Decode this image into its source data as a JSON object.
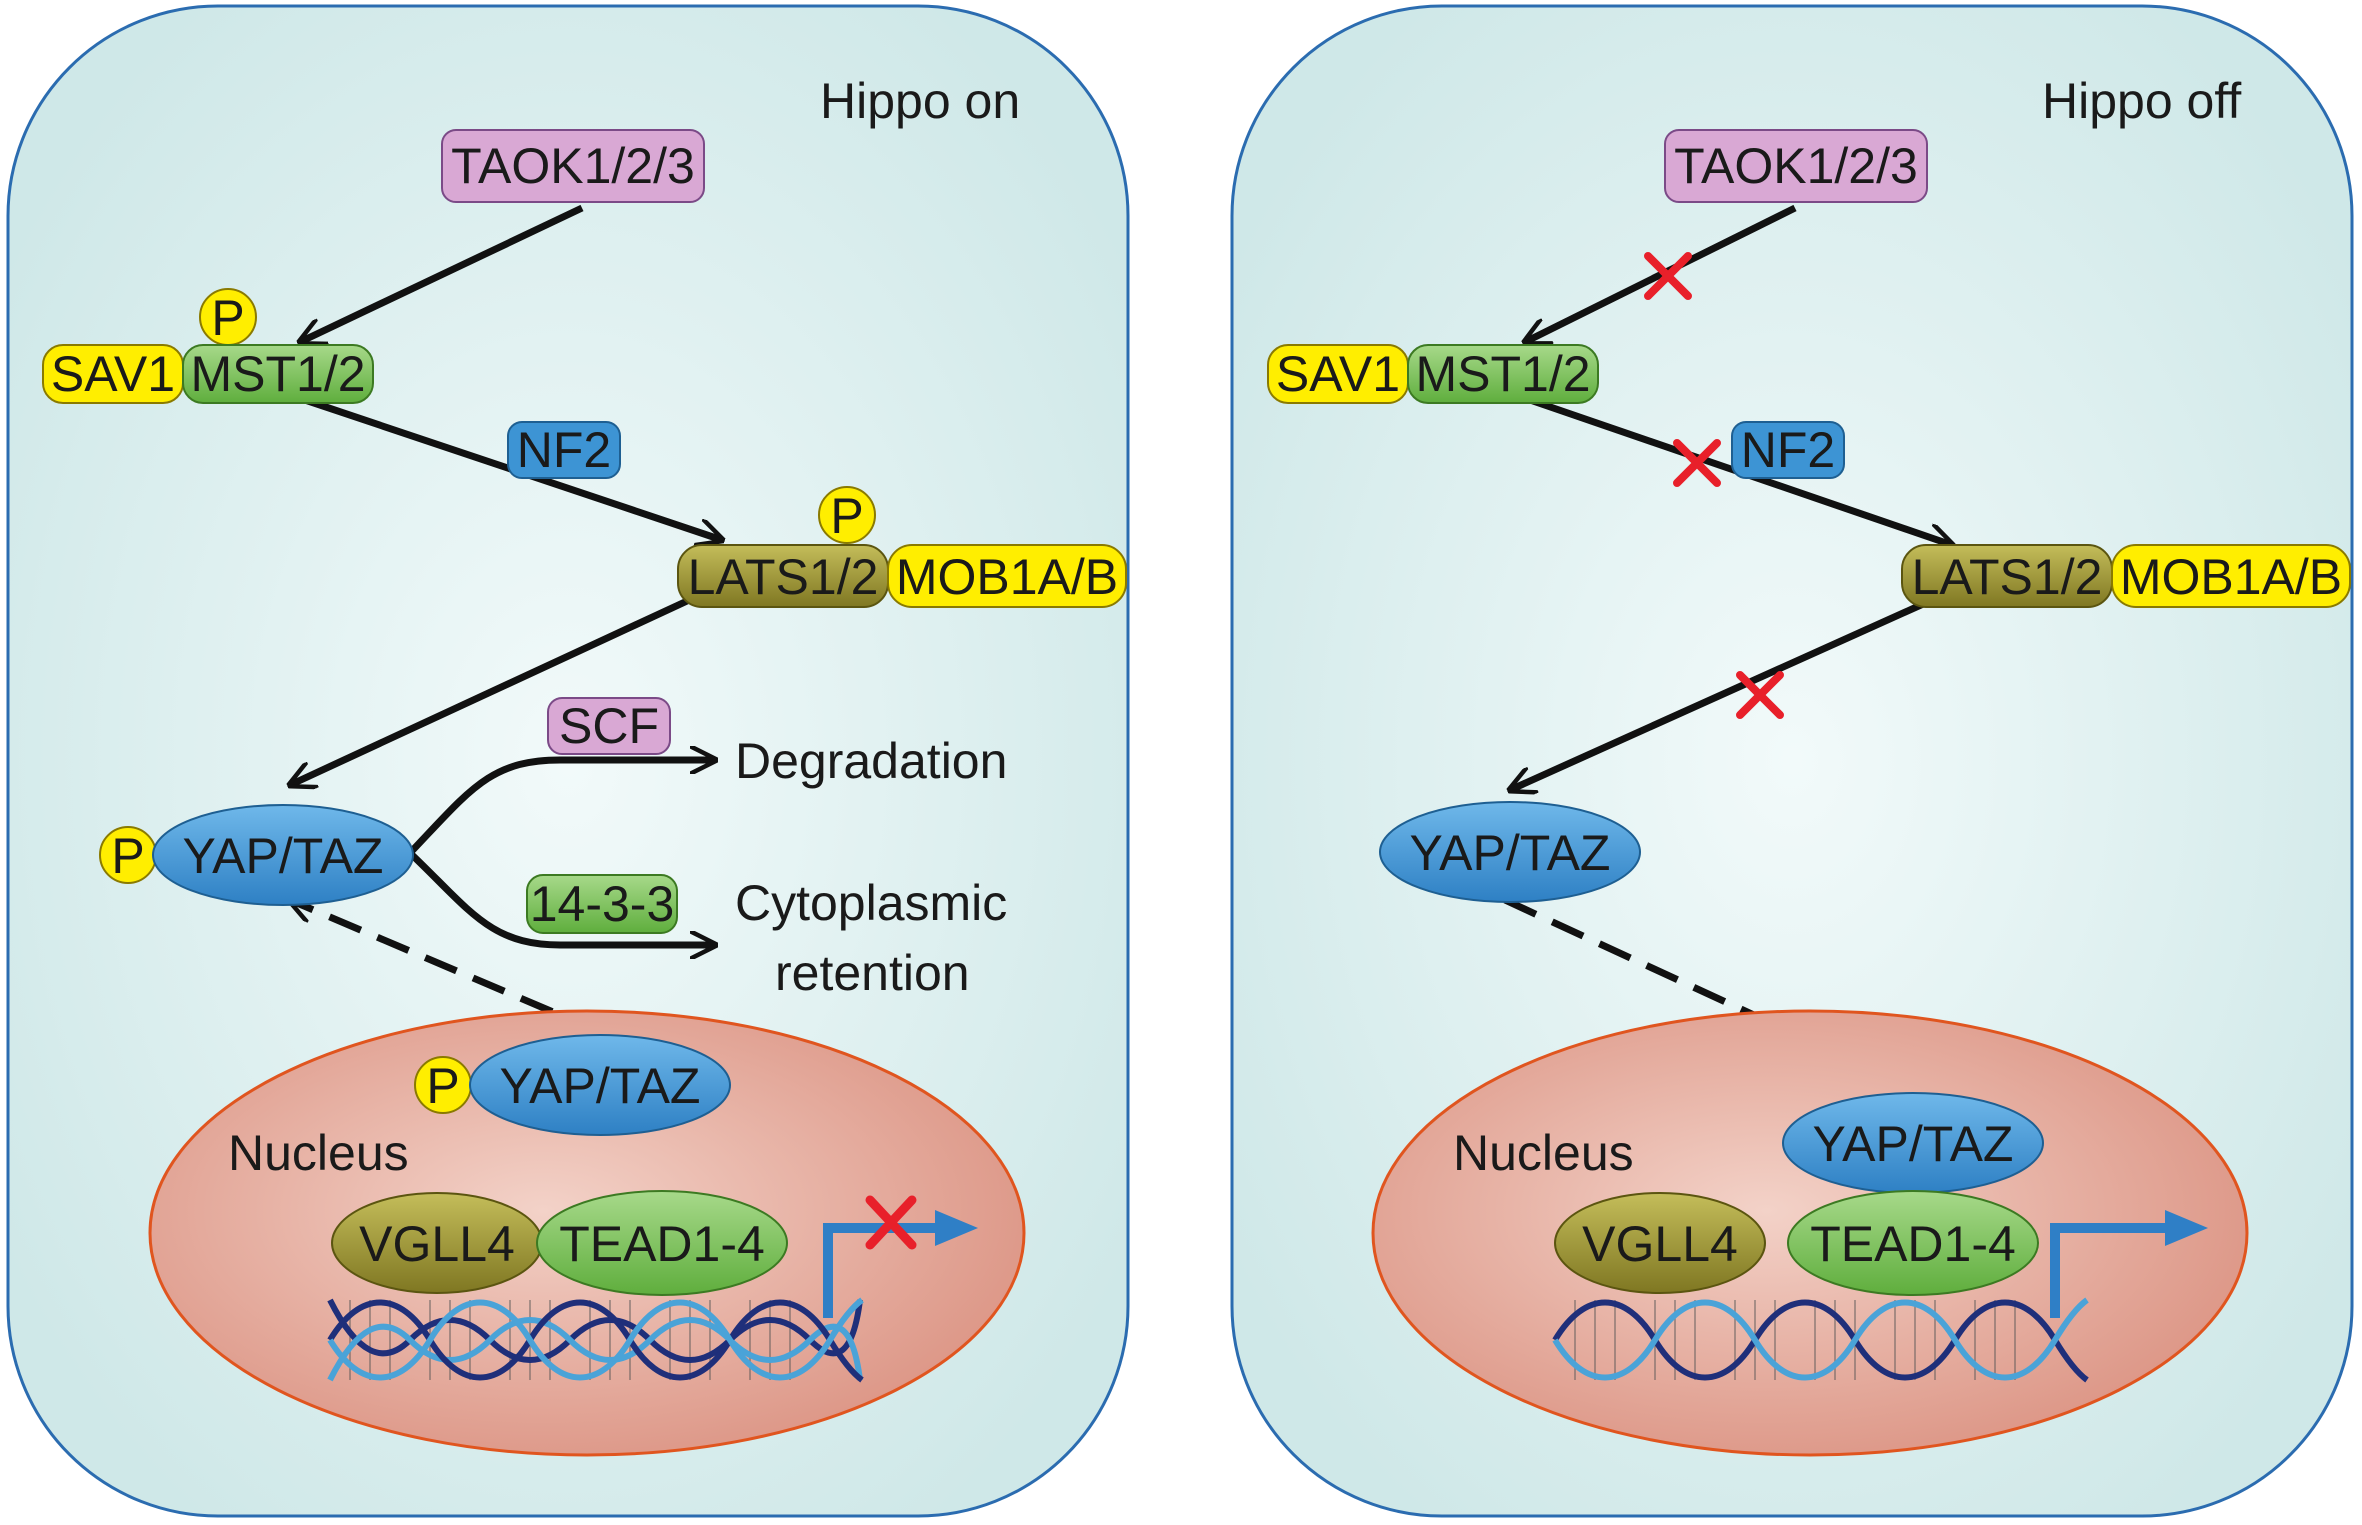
{
  "left_panel": {
    "title": "Hippo on",
    "taok": "TAOK1/2/3",
    "sav1": "SAV1",
    "mst": "MST1/2",
    "nf2": "NF2",
    "lats": "LATS1/2",
    "mob": "MOB1A/B",
    "yap_cyto": "YAP/TAZ",
    "scf": "SCF",
    "fourteen": "14-3-3",
    "degradation": "Degradation",
    "retention_1": "Cytoplasmic",
    "retention_2": "retention",
    "nucleus": "Nucleus",
    "yap_nuc": "YAP/TAZ",
    "vgll4": "VGLL4",
    "tead": "TEAD1-4",
    "phospho": "P"
  },
  "right_panel": {
    "title": "Hippo off",
    "taok": "TAOK1/2/3",
    "sav1": "SAV1",
    "mst": "MST1/2",
    "nf2": "NF2",
    "lats": "LATS1/2",
    "mob": "MOB1A/B",
    "yap_cyto": "YAP/TAZ",
    "nucleus": "Nucleus",
    "yap_nuc": "YAP/TAZ",
    "vgll4": "VGLL4",
    "tead": "TEAD1-4"
  },
  "colors": {
    "cell_fill": "#d5ecec",
    "cell_stroke": "#2b6cb0",
    "taok": "#d9a8d4",
    "sav1_mob": "#ffee00",
    "mst": "#7fc25a",
    "nf2": "#3d94d4",
    "lats": "#8f8730",
    "yap": "#3d94d4",
    "scf": "#d9a8d4",
    "fourteen": "#7fc25a",
    "nucleus": "#e0a192",
    "vgll4": "#8f8730",
    "tead": "#7fc25a",
    "inhibit_x": "#e8202a",
    "transcription_arrow": "#2f7fc6",
    "dna_dark": "#1f2f7a",
    "dna_light": "#4aa3d8"
  }
}
